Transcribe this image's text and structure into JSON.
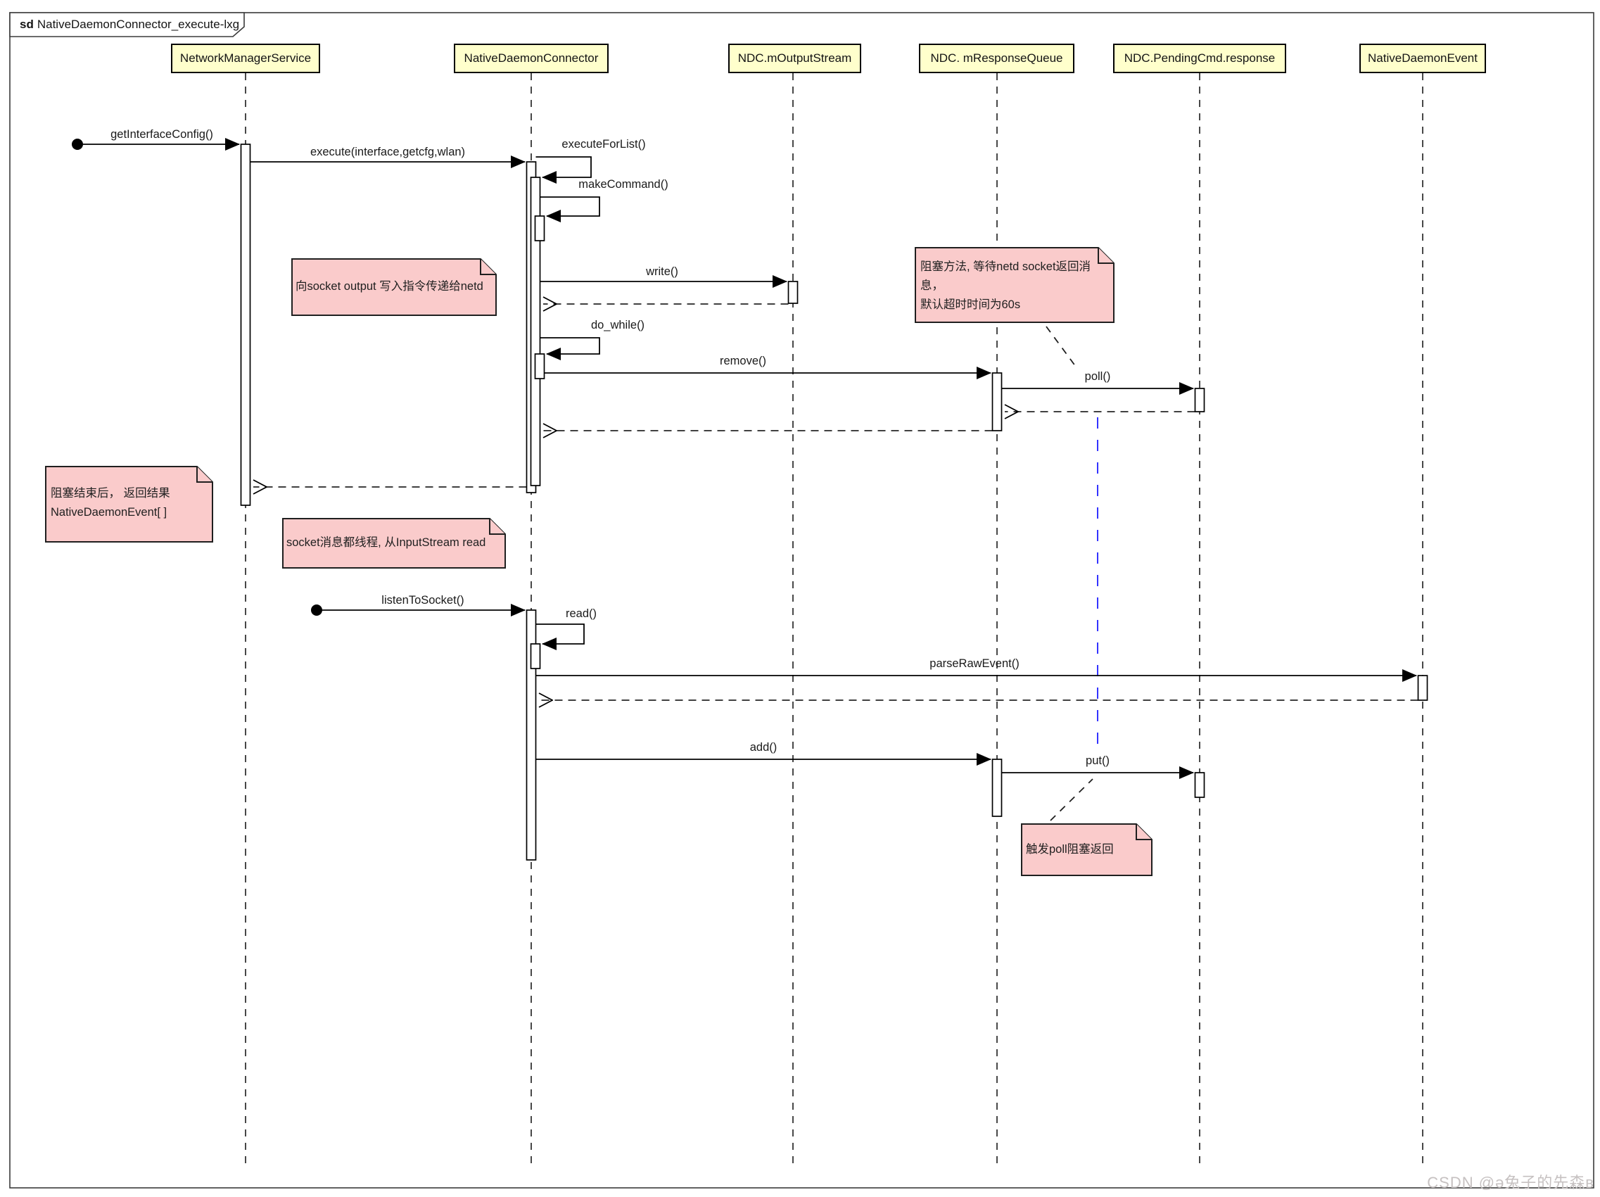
{
  "frame": {
    "keyword": "sd",
    "title": "NativeDaemonConnector_execute-lxg"
  },
  "actors": [
    {
      "id": "network-manager-service",
      "label": "NetworkManagerService"
    },
    {
      "id": "native-daemon-connector",
      "label": "NativeDaemonConnector"
    },
    {
      "id": "ndc-m-output-stream",
      "label": "NDC.mOutputStream"
    },
    {
      "id": "ndc-m-response-queue",
      "label": "NDC. mResponseQueue"
    },
    {
      "id": "ndc-pending-cmd-response",
      "label": "NDC.PendingCmd.response"
    },
    {
      "id": "native-daemon-event",
      "label": "NativeDaemonEvent"
    }
  ],
  "messages": [
    {
      "label": "getInterfaceConfig()",
      "type": "sync",
      "from": "start-node",
      "to": "network-manager-service"
    },
    {
      "label": "execute(interface,getcfg,wlan)",
      "type": "sync",
      "from": "network-manager-service",
      "to": "native-daemon-connector"
    },
    {
      "label": "executeForList()",
      "type": "self",
      "on": "native-daemon-connector"
    },
    {
      "label": "makeCommand()",
      "type": "self",
      "on": "native-daemon-connector"
    },
    {
      "label": "write()",
      "type": "sync",
      "from": "native-daemon-connector",
      "to": "ndc-m-output-stream"
    },
    {
      "label": "do_while()",
      "type": "self",
      "on": "native-daemon-connector"
    },
    {
      "label": "remove()",
      "type": "sync",
      "from": "native-daemon-connector",
      "to": "ndc-m-response-queue"
    },
    {
      "label": "poll()",
      "type": "sync",
      "from": "ndc-m-response-queue",
      "to": "ndc-pending-cmd-response"
    },
    {
      "label": "listenToSocket()",
      "type": "sync",
      "from": "start-node",
      "to": "native-daemon-connector"
    },
    {
      "label": "read()",
      "type": "self",
      "on": "native-daemon-connector"
    },
    {
      "label": "parseRawEvent()",
      "type": "sync",
      "from": "native-daemon-connector",
      "to": "native-daemon-event"
    },
    {
      "label": "add()",
      "type": "sync",
      "from": "native-daemon-connector",
      "to": "ndc-m-response-queue"
    },
    {
      "label": "put()",
      "type": "sync",
      "from": "ndc-m-response-queue",
      "to": "ndc-pending-cmd-response"
    }
  ],
  "notes": [
    {
      "id": "note-write-socket",
      "text": "向socket output 写入指令传递给netd"
    },
    {
      "id": "note-blocking",
      "line1": "阻塞方法, 等待netd socket返回消息，",
      "line2": "默认超时时间为60s"
    },
    {
      "id": "note-result",
      "line1": "阻塞结束后， 返回结果",
      "line2": "NativeDaemonEvent[ ]"
    },
    {
      "id": "note-read-thread",
      "text": "socket消息都线程, 从InputStream read"
    },
    {
      "id": "note-trigger-poll",
      "text": "触发poll阻塞返回"
    }
  ],
  "watermark": {
    "text": "CSDN @ə兔子的先森в"
  },
  "colors": {
    "actor_fill": "#FFFFCC",
    "note_fill": "#FACBCB",
    "constraint_blue": "#3333FF"
  }
}
